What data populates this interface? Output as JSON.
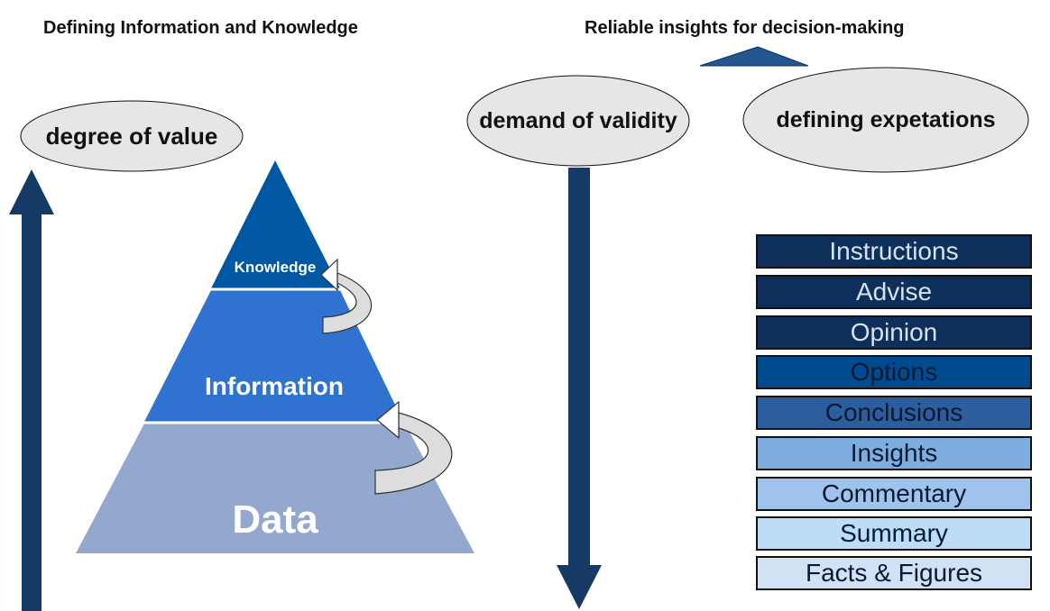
{
  "left_title": "Defining Information and Knowledge",
  "right_title": "Reliable insights for decision-making",
  "ellipses": {
    "value": "degree of value",
    "validity": "demand of validity",
    "expectations": "defining expetations"
  },
  "pyramid": {
    "top": "Knowledge",
    "middle": "Information",
    "bottom": "Data"
  },
  "hierarchy": [
    {
      "label": "Instructions",
      "fill": "#0d2f5a",
      "text_color": "#d6e2f0"
    },
    {
      "label": "Advise",
      "fill": "#0d2f5a",
      "text_color": "#d6e2f0"
    },
    {
      "label": "Opinion",
      "fill": "#0d2f5a",
      "text_color": "#d6e2f0"
    },
    {
      "label": "Options",
      "fill": "#004a8f",
      "text_color": "#061a33"
    },
    {
      "label": "Conclusions",
      "fill": "#2c5d9c",
      "text_color": "#061a33"
    },
    {
      "label": "Insights",
      "fill": "#7eaee0",
      "text_color": "#061a33"
    },
    {
      "label": "Commentary",
      "fill": "#9fc3ea",
      "text_color": "#061a33"
    },
    {
      "label": "Summary",
      "fill": "#bcdcf7",
      "text_color": "#061a33"
    },
    {
      "label": "Facts & Figures",
      "fill": "#d2e2f4",
      "text_color": "#061a33"
    }
  ],
  "colors": {
    "arrow": "#163a66",
    "ellipse_fill": "#e6e6e6",
    "pyramid_top": "#0058a3",
    "pyramid_middle": "#2f72d0",
    "pyramid_bottom": "#93a8cf",
    "curved_arrow": "#dddddd"
  }
}
